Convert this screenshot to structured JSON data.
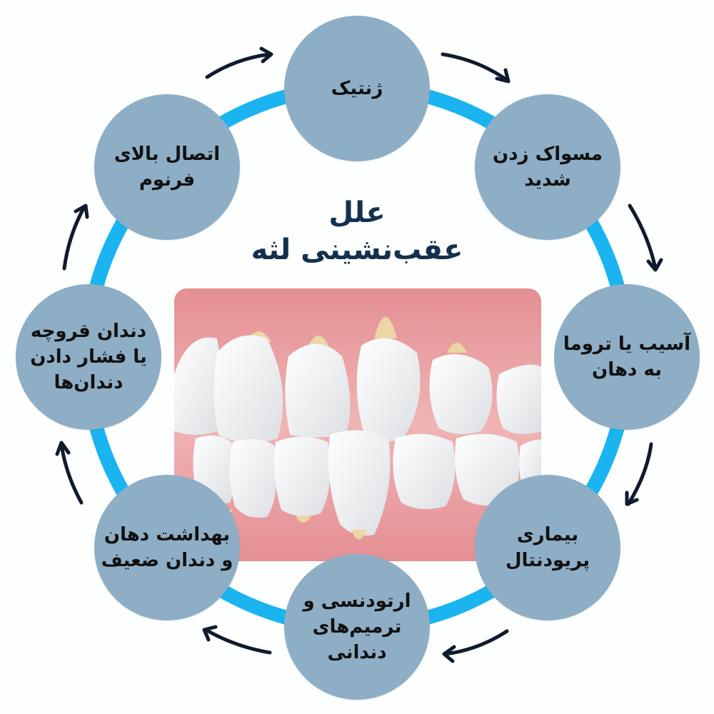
{
  "title": {
    "line1": "علل",
    "line2": "عقب‌نشینی لثه"
  },
  "center_image": {
    "alt": "illustration of receding gums on upper and lower teeth"
  },
  "colors": {
    "ring": "#1ab4f0",
    "node_fill": "#8eaec6",
    "arrow": "#0f1b2d",
    "title": "#14304f",
    "gum": "#e79a9c",
    "tooth": "#f4f5f6",
    "root": "#ecd6a6"
  },
  "nodes": [
    {
      "id": "genetics",
      "label": "ژنتیک"
    },
    {
      "id": "hard-brushing",
      "label": "مسواک زدن\nشدید"
    },
    {
      "id": "trauma",
      "label": "آسیب یا تروما\nبه دهان"
    },
    {
      "id": "periodontal",
      "label": "بیماری\nپریودنتال"
    },
    {
      "id": "orthodontics",
      "label": "ارتودنسی و\nترمیم‌های\nدندانی"
    },
    {
      "id": "poor-hygiene",
      "label": "بهداشت دهان\nو دندان ضعیف"
    },
    {
      "id": "bruxism",
      "label": "دندان قروچه\nیا فشار دادن\nدندان‌ها"
    },
    {
      "id": "frenum",
      "label": "اتصال بالای\nفرنوم"
    }
  ],
  "cycle_direction": "clockwise"
}
